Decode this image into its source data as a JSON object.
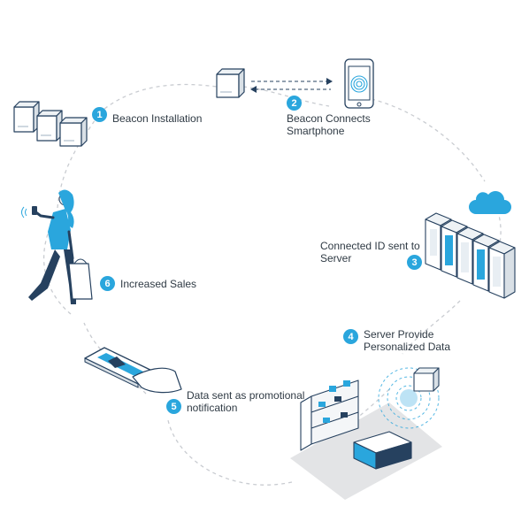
{
  "steps": [
    {
      "number": "1",
      "lines": [
        "Beacon Installation"
      ],
      "icon": "beacon-boxes-icon"
    },
    {
      "number": "2",
      "lines": [
        "Beacon Connects",
        "Smartphone"
      ],
      "icon": "smartphone-icon"
    },
    {
      "number": "3",
      "lines": [
        "Connected ID sent to",
        "Server"
      ],
      "icon": "server-rack-icon"
    },
    {
      "number": "4",
      "lines": [
        "Server Provide",
        "Personalized Data"
      ],
      "icon": "store-shelf-icon"
    },
    {
      "number": "5",
      "lines": [
        "Data sent as promotional",
        "notification"
      ],
      "icon": "hand-phone-icon"
    },
    {
      "number": "6",
      "lines": [
        "Increased Sales"
      ],
      "icon": "shopper-icon"
    }
  ],
  "colors": {
    "accent": "#2aa6dd",
    "outline": "#26415f",
    "path": "#c9ccd1"
  }
}
